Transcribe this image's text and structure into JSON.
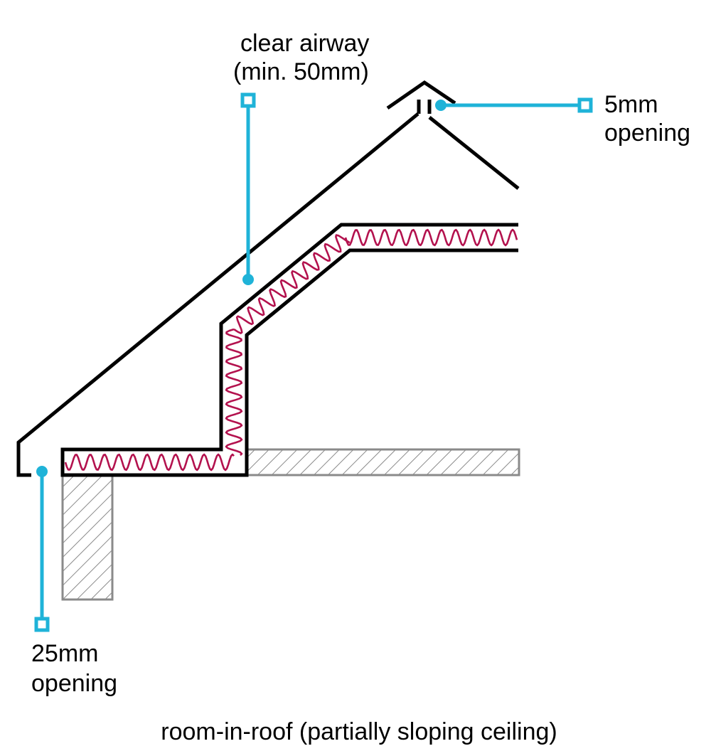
{
  "diagram": {
    "caption": "room-in-roof (partially sloping ceiling)",
    "callouts": {
      "clear_airway": {
        "line1": "clear airway",
        "line2": "(min. 50mm)"
      },
      "ridge_opening": {
        "line1": "5mm",
        "line2": "opening"
      },
      "eaves_opening": {
        "line1": "25mm",
        "line2": "opening"
      }
    },
    "colors": {
      "structure": "#000000",
      "insulation": "#b3124e",
      "callout": "#1fb3d8",
      "hatch": "#8a8a8a"
    }
  }
}
